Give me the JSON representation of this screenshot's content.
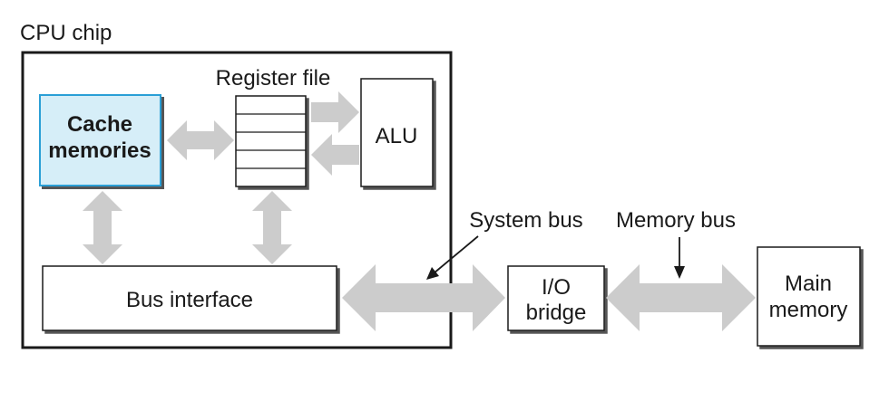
{
  "labels": {
    "cpu_chip": "CPU chip",
    "register_file": "Register file",
    "alu": "ALU",
    "cache_line1": "Cache",
    "cache_line2": "memories",
    "bus_interface": "Bus interface",
    "system_bus": "System bus",
    "memory_bus": "Memory bus",
    "io_line1": "I/O",
    "io_line2": "bridge",
    "main_line1": "Main",
    "main_line2": "memory"
  },
  "colors": {
    "arrow_fill": "#cccccc",
    "cache_fill": "#d6eef8",
    "cache_border": "#2a9fd6",
    "box_border": "#1a1a1a",
    "shadow": "#555555"
  }
}
